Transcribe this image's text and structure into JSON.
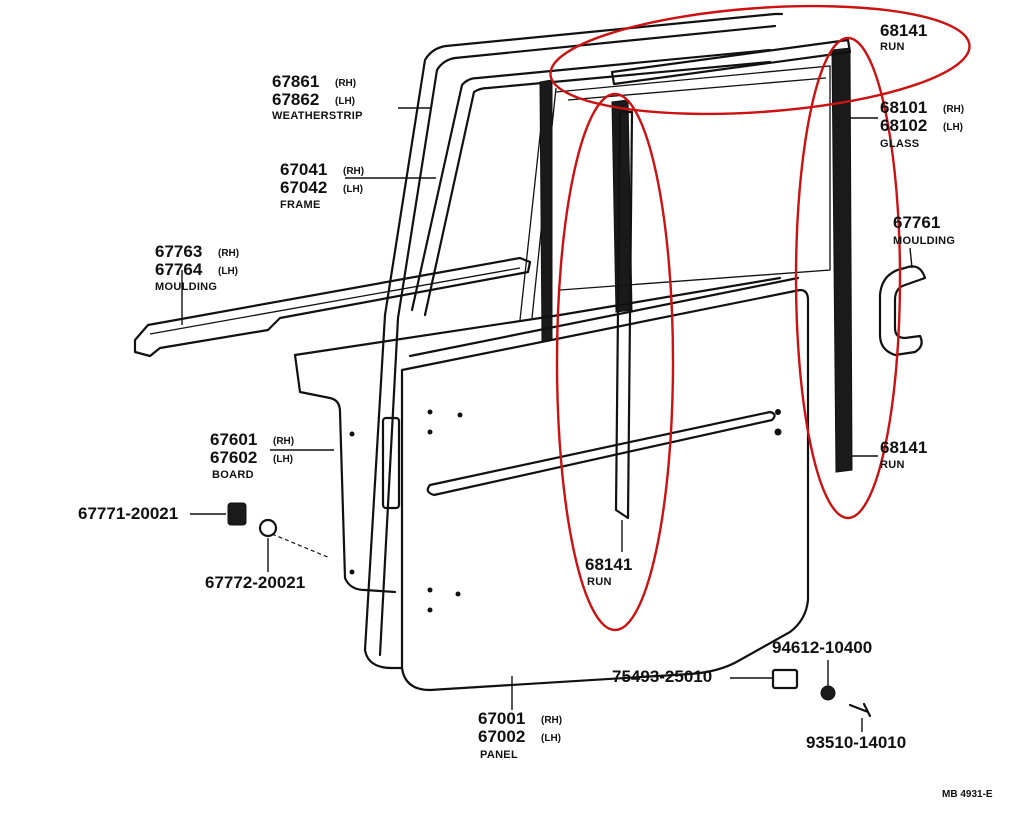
{
  "parts": {
    "weatherstrip": {
      "rh": "67861",
      "lh": "67862",
      "rh_tag": "(RH)",
      "lh_tag": "(LH)",
      "name": "WEATHERSTRIP"
    },
    "frame": {
      "rh": "67041",
      "lh": "67042",
      "rh_tag": "(RH)",
      "lh_tag": "(LH)",
      "name": "FRAME"
    },
    "moulding_left": {
      "rh": "67763",
      "lh": "67764",
      "rh_tag": "(RH)",
      "lh_tag": "(LH)",
      "name": "MOULDING"
    },
    "board": {
      "rh": "67601",
      "lh": "67602",
      "rh_tag": "(RH)",
      "lh_tag": "(LH)",
      "name": "BOARD"
    },
    "clip": {
      "code": "67771-20021"
    },
    "retainer": {
      "code": "67772-20021"
    },
    "run_top": {
      "code": "68141",
      "name": "RUN"
    },
    "glass": {
      "rh": "68101",
      "lh": "68102",
      "rh_tag": "(RH)",
      "lh_tag": "(LH)",
      "name": "GLASS"
    },
    "moulding_right": {
      "code": "67761",
      "name": "MOULDING"
    },
    "run_right": {
      "code": "68141",
      "name": "RUN"
    },
    "run_center": {
      "code": "68141",
      "name": "RUN"
    },
    "panel": {
      "rh": "67001",
      "lh": "67002",
      "rh_tag": "(RH)",
      "lh_tag": "(LH)",
      "name": "PANEL"
    },
    "nut": {
      "code": "94612-10400"
    },
    "bumper": {
      "code": "75493-25010"
    },
    "screw": {
      "code": "93510-14010"
    }
  },
  "colors": {
    "ink": "#111111",
    "highlight": "#cc1111"
  },
  "figure_ref": "MB 4931-E"
}
